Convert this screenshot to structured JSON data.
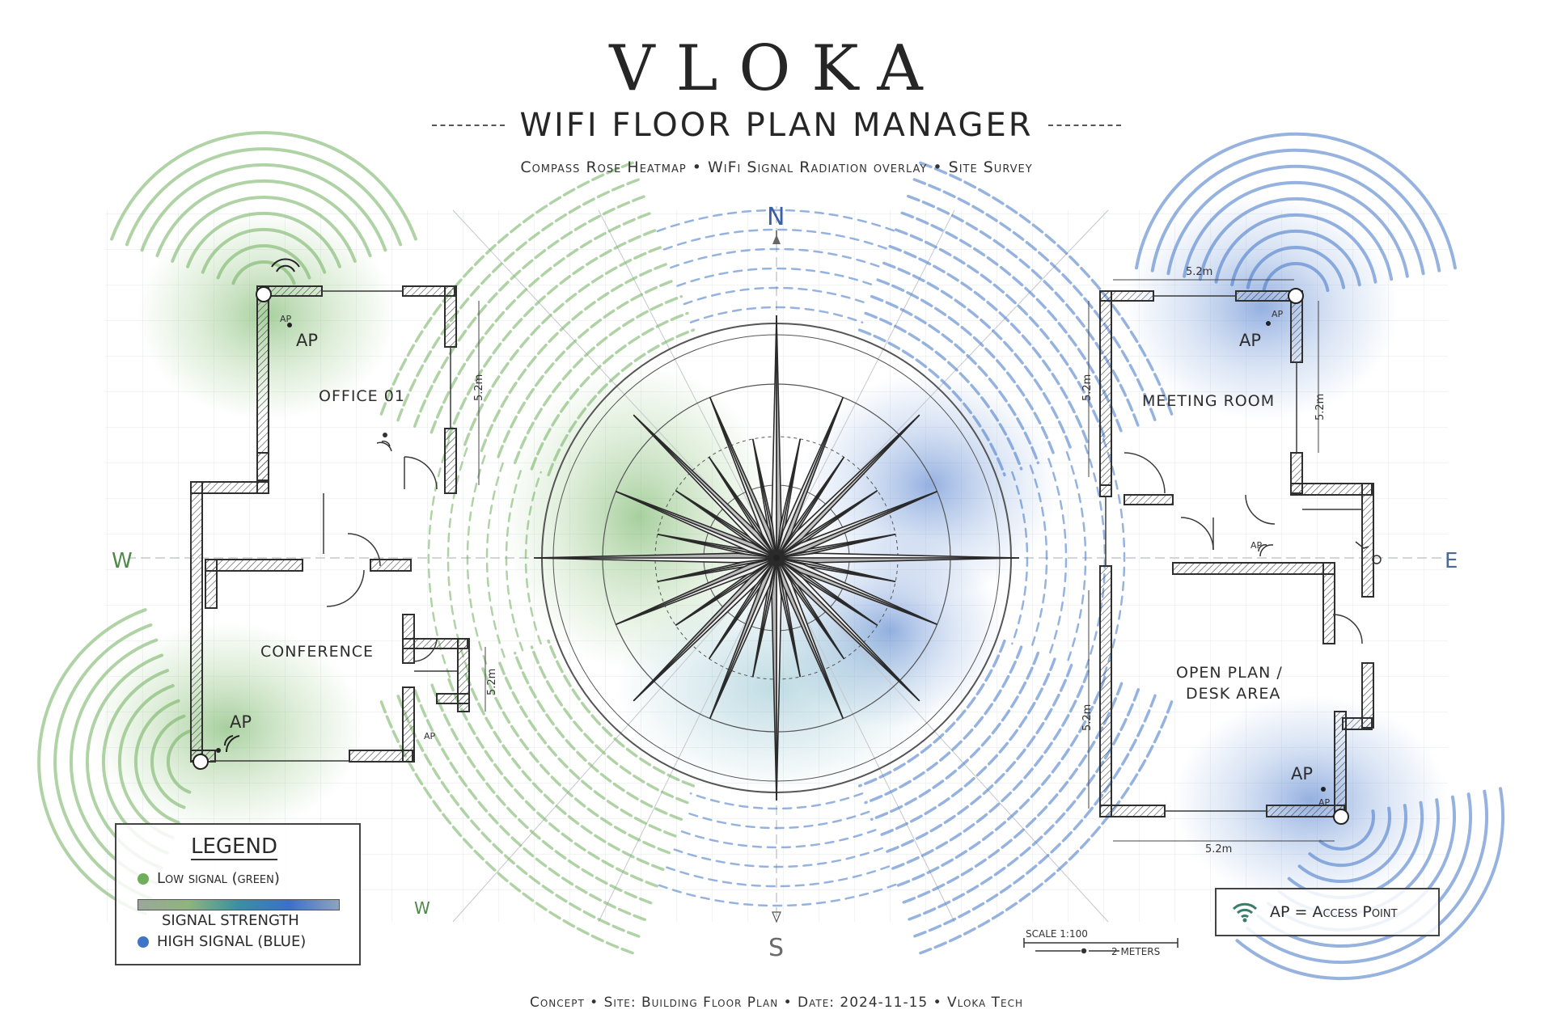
{
  "header": {
    "brand": "VLOKA",
    "title": "WIFI FLOOR PLAN MANAGER",
    "subtitle": "Compass Rose Heatmap • WiFi Signal Radiation overlay • Site Survey"
  },
  "compass": {
    "north": "N",
    "south": "S",
    "east": "E",
    "west": "W",
    "west_secondary": "W"
  },
  "rooms": {
    "office": "OFFICE 01",
    "conference": "CONFERENCE",
    "meeting": "MEETING ROOM",
    "open_plan_line1": "OPEN PLAN /",
    "open_plan_line2": "DESK AREA"
  },
  "access_points": {
    "label": "AP",
    "small_label": "AP"
  },
  "dimensions": {
    "d1": "5.2m"
  },
  "legend": {
    "title": "LEGEND",
    "low": "Low signal (green)",
    "strength": "SIGNAL STRENGTH",
    "high": "HIGH SIGNAL (BLUE)"
  },
  "ap_key": {
    "text": "AP = Access Point"
  },
  "scale": {
    "ratio": "SCALE 1:100",
    "distance": "2 METERS"
  },
  "footer": "Concept • Site: Building Floor Plan • Date: 2024-11-15 • Vloka Tech",
  "colors": {
    "low_signal": "#6fae5c",
    "high_signal": "#3f75c6",
    "wall": "#2f2f2f",
    "ink": "#2b2b2b"
  }
}
